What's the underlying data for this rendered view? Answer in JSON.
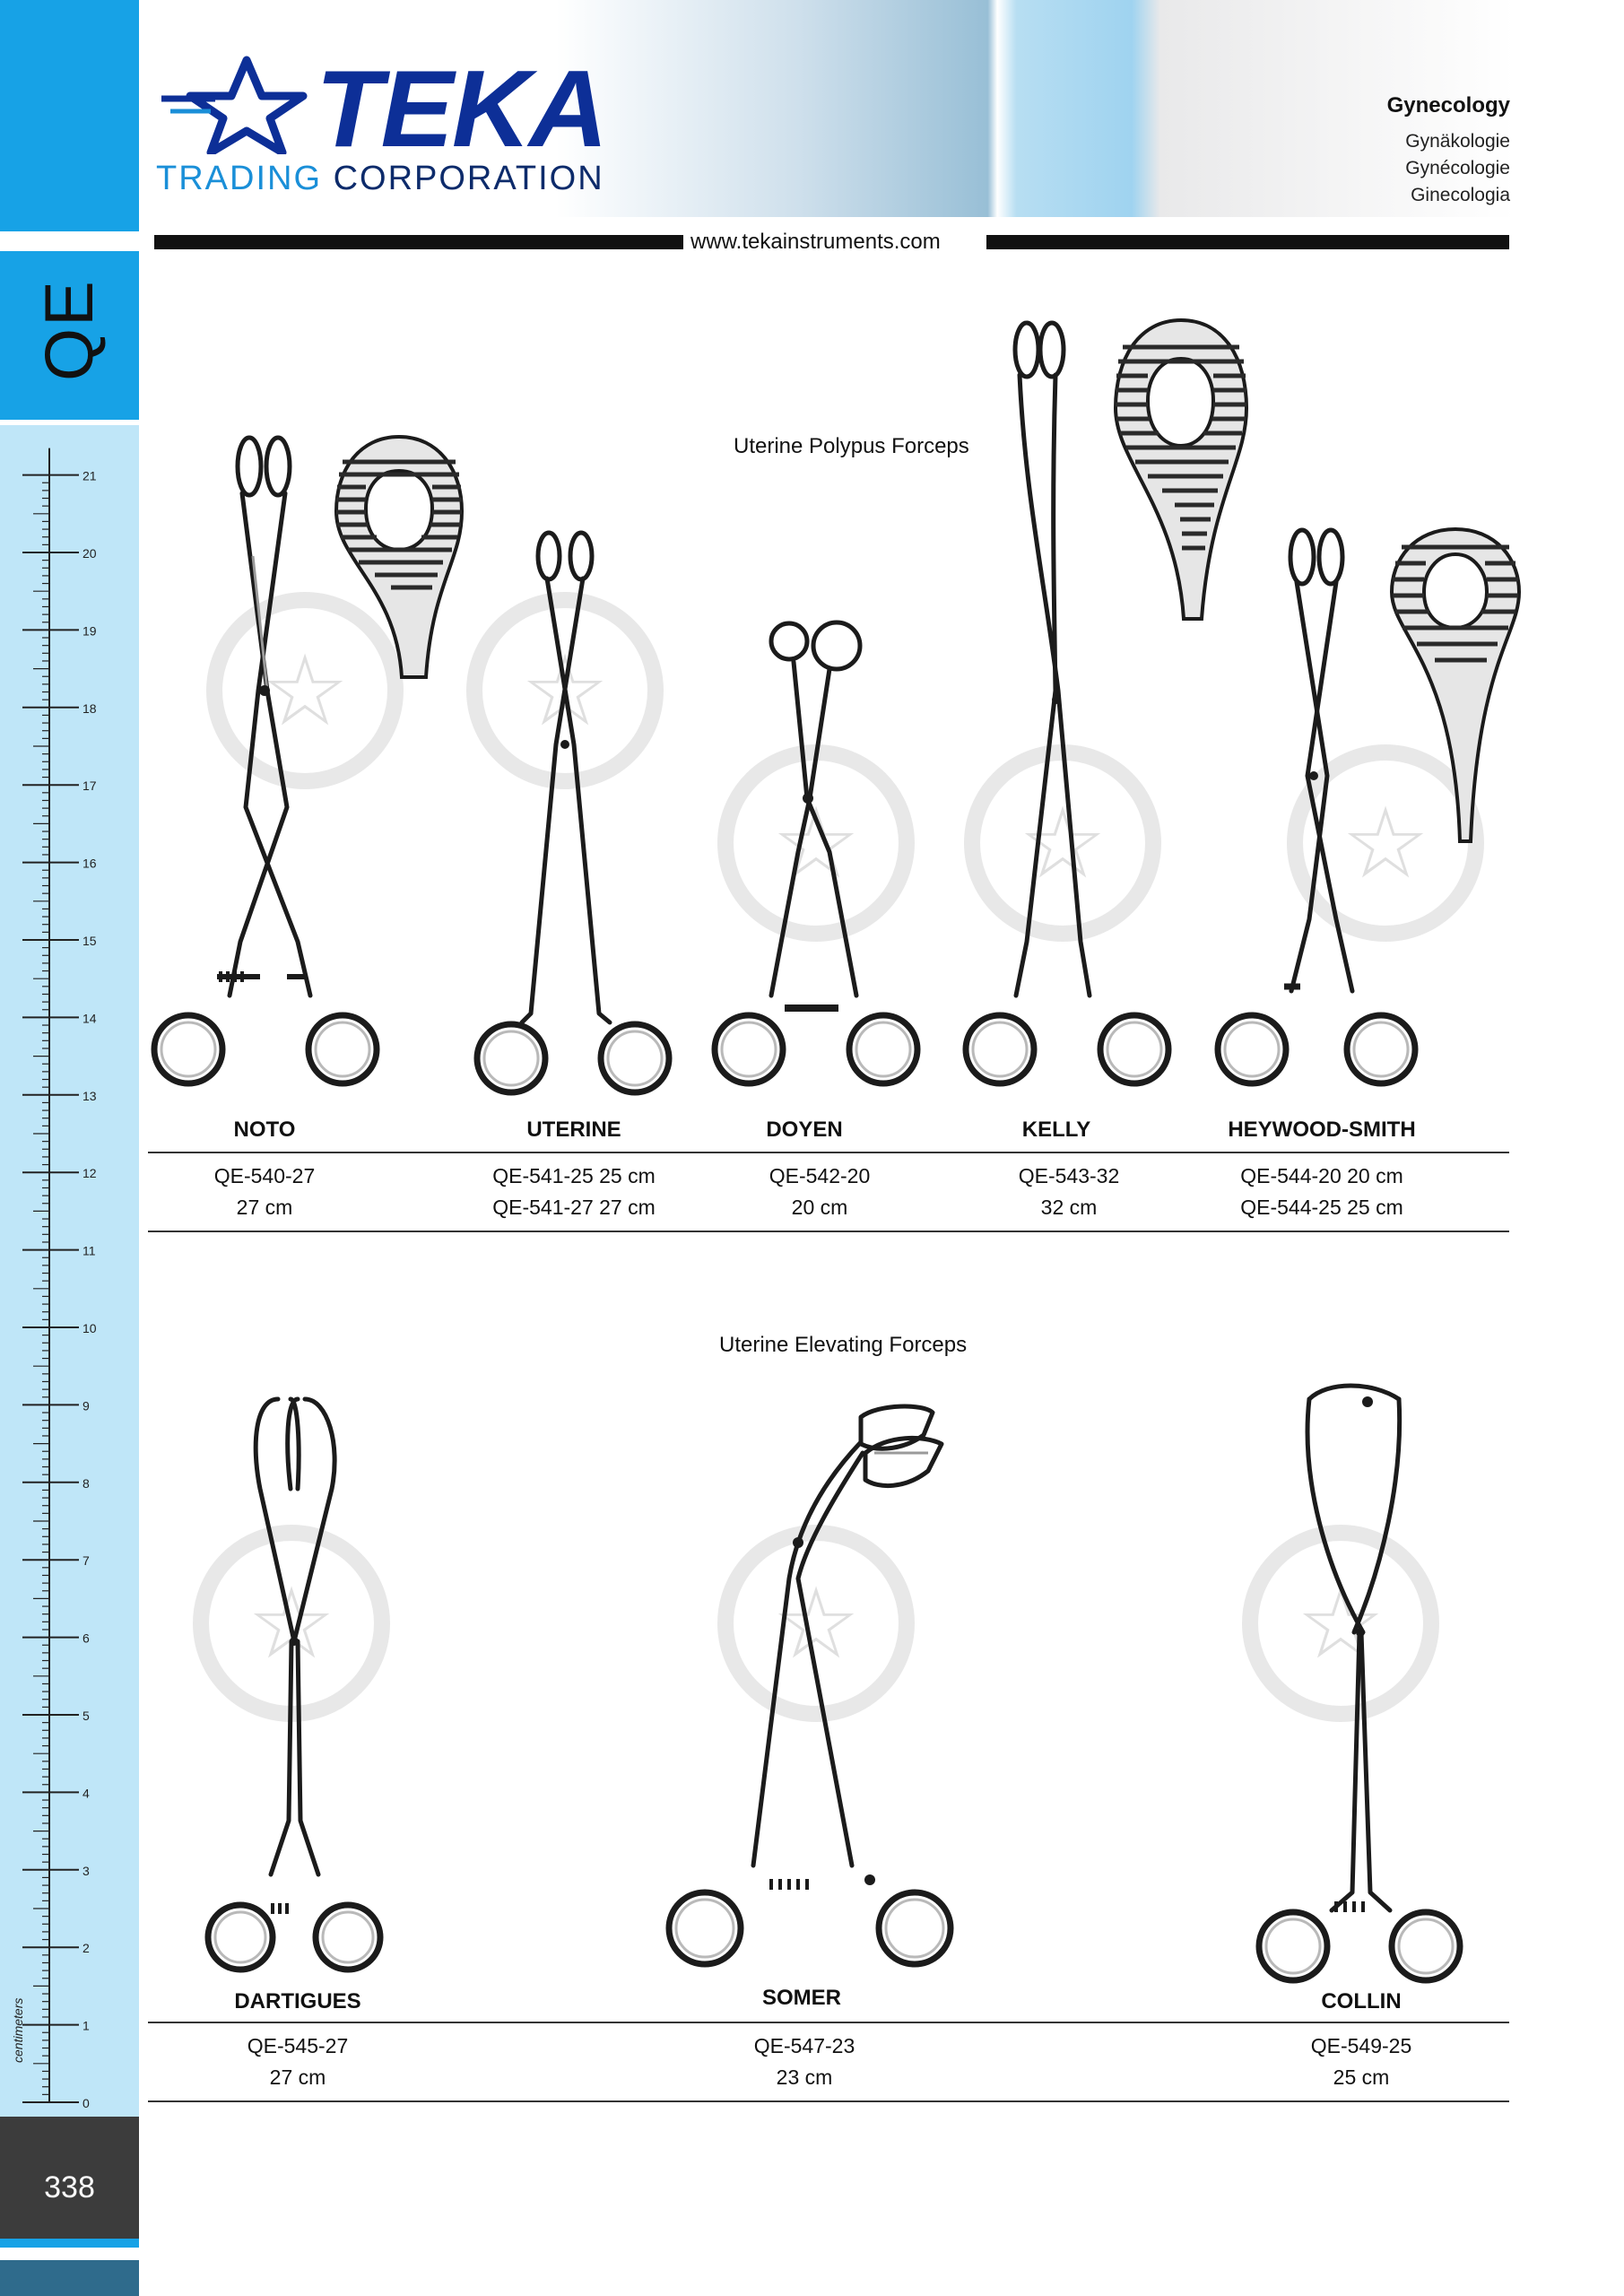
{
  "brand": {
    "name": "TEKA",
    "sub_blue": "TRADING",
    "sub_dark": "CORPORATION"
  },
  "category": {
    "title": "Gynecology",
    "de": "Gynäkologie",
    "fr": "Gynécologie",
    "it": "Ginecologia"
  },
  "website": "www.tekainstruments.com",
  "section_code": "QE",
  "ruler": {
    "unit": "centimeters",
    "labels": [
      "0",
      "1",
      "2",
      "3",
      "4",
      "5",
      "6",
      "7",
      "8",
      "9",
      "10",
      "11",
      "12",
      "13",
      "14",
      "15",
      "16",
      "17",
      "18",
      "19",
      "20",
      "21"
    ]
  },
  "page_number": "338",
  "colors": {
    "accent": "#17a2e6",
    "logo_blue": "#0d2f97",
    "dark": "#3c3c3c"
  },
  "sections": [
    {
      "title": "Uterine Polypus Forceps",
      "products": [
        {
          "name": "NOTO",
          "codes": [
            "QE-540-27",
            "27   cm"
          ]
        },
        {
          "name": "UTERINE",
          "codes": [
            "QE-541-25  25 cm",
            "QE-541-27  27 cm"
          ]
        },
        {
          "name": "DOYEN",
          "codes": [
            "QE-542-20",
            "20   cm"
          ]
        },
        {
          "name": "KELLY",
          "codes": [
            "QE-543-32",
            "32   cm"
          ]
        },
        {
          "name": "HEYWOOD-SMITH",
          "codes": [
            "QE-544-20  20 cm",
            "QE-544-25  25 cm"
          ]
        }
      ]
    },
    {
      "title": "Uterine Elevating Forceps",
      "products": [
        {
          "name": "DARTIGUES",
          "codes": [
            "QE-545-27",
            "27   cm"
          ]
        },
        {
          "name": "SOMER",
          "codes": [
            "QE-547-23",
            "23   cm"
          ]
        },
        {
          "name": "COLLIN",
          "codes": [
            "QE-549-25",
            "25   cm"
          ]
        }
      ]
    }
  ]
}
